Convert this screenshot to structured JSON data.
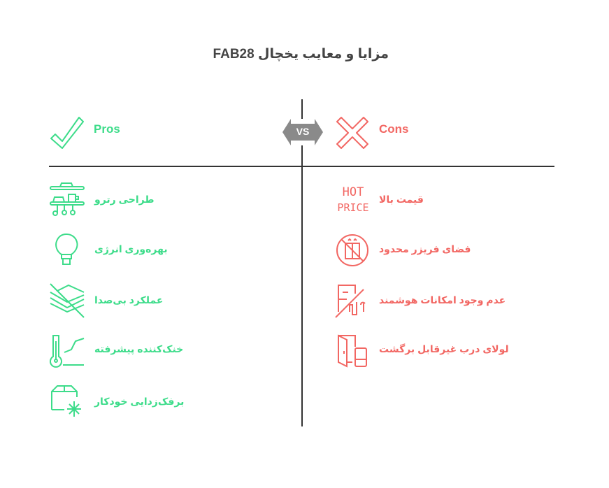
{
  "title": "مزایا و معایب یخچال FAB28",
  "vs_label": "VS",
  "colors": {
    "pros": "#3ddc8a",
    "cons": "#f26763",
    "vs": "#8a8a8a",
    "line": "#333333"
  },
  "pros": {
    "label": "Pros",
    "icon": "checkmark-icon",
    "items": [
      {
        "label": "طراحی رترو",
        "icon": "retro-shelf-icon"
      },
      {
        "label": "بهره‌وری انرژی",
        "icon": "lightbulb-icon"
      },
      {
        "label": "عملکرد بی‌صدا",
        "icon": "silent-layers-icon"
      },
      {
        "label": "خنک‌کننده پیشرفته",
        "icon": "thermometer-icon"
      },
      {
        "label": "برفک‌زدایی خودکار",
        "icon": "defrost-box-icon"
      }
    ]
  },
  "cons": {
    "label": "Cons",
    "icon": "x-icon",
    "items": [
      {
        "label": "قیمت بالا",
        "icon": "hot-price-icon",
        "icon_text": [
          "HOT",
          "PRICE"
        ]
      },
      {
        "label": "فضای فریزر محدود",
        "icon": "no-freezer-space-icon"
      },
      {
        "label": "عدم وجود امکانات هوشمند",
        "icon": "no-smart-features-icon"
      },
      {
        "label": "لولای درب غیرقابل برگشت",
        "icon": "door-hinge-icon"
      }
    ]
  }
}
